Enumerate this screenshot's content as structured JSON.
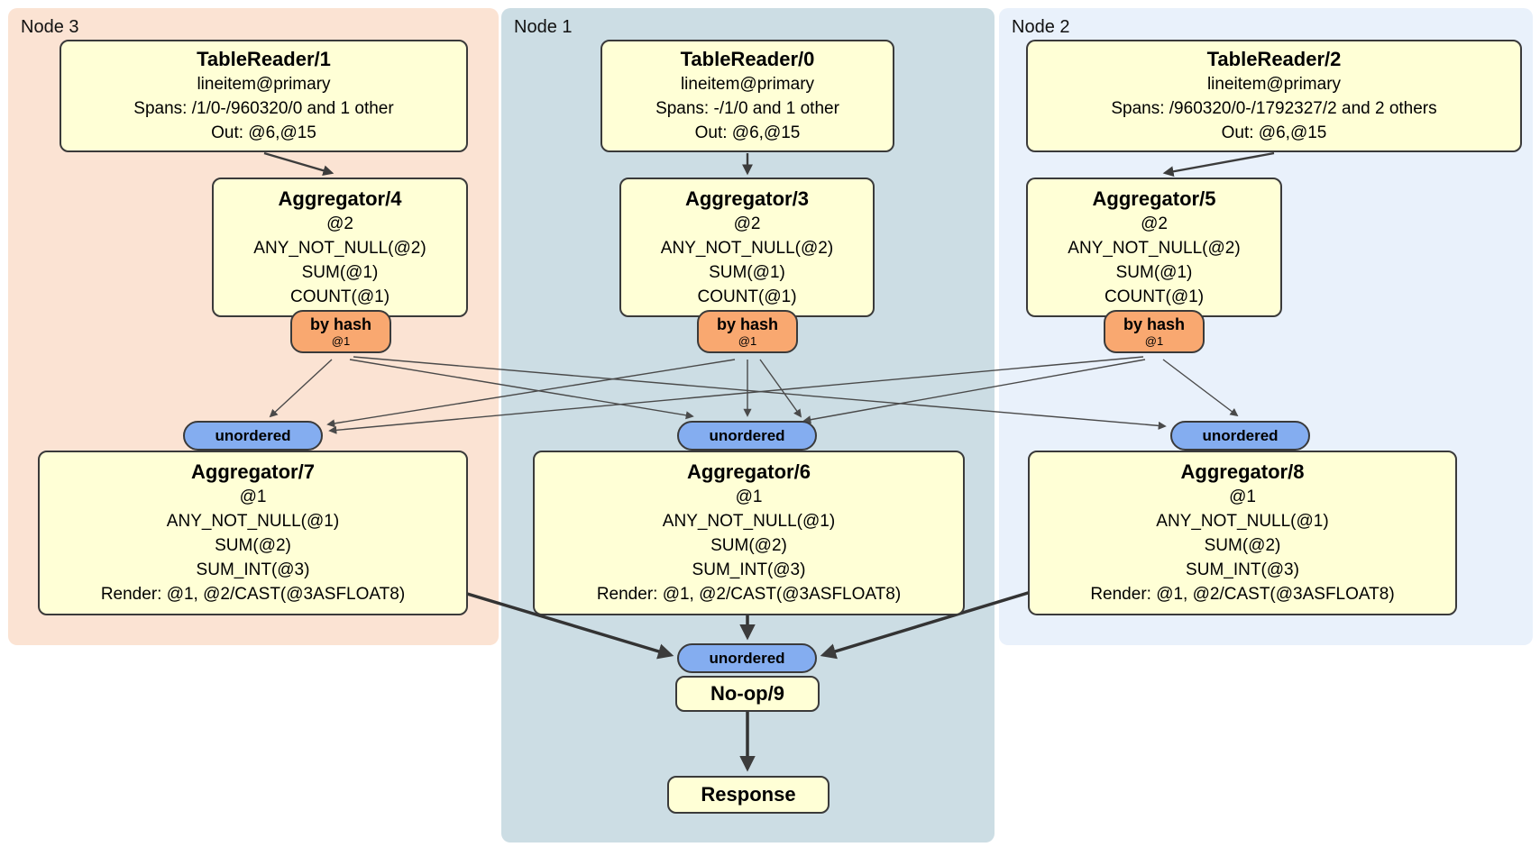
{
  "diagram": {
    "panels": [
      {
        "label": "Node 3"
      },
      {
        "label": "Node 1"
      },
      {
        "label": "Node 2"
      }
    ],
    "badges": {
      "by_hash": "by hash",
      "by_hash_sub": "@1",
      "unordered": "unordered"
    },
    "boxes": {
      "tr1": {
        "title": "TableReader/1",
        "lines": [
          "lineitem@primary",
          "Spans: /1/0-/960320/0 and 1 other",
          "Out: @6,@15"
        ]
      },
      "tr0": {
        "title": "TableReader/0",
        "lines": [
          "lineitem@primary",
          "Spans: -/1/0 and 1 other",
          "Out: @6,@15"
        ]
      },
      "tr2": {
        "title": "TableReader/2",
        "lines": [
          "lineitem@primary",
          "Spans: /960320/0-/1792327/2 and 2 others",
          "Out: @6,@15"
        ]
      },
      "agg4": {
        "title": "Aggregator/4",
        "lines": [
          "@2",
          "ANY_NOT_NULL(@2)",
          "SUM(@1)",
          "COUNT(@1)"
        ]
      },
      "agg3": {
        "title": "Aggregator/3",
        "lines": [
          "@2",
          "ANY_NOT_NULL(@2)",
          "SUM(@1)",
          "COUNT(@1)"
        ]
      },
      "agg5": {
        "title": "Aggregator/5",
        "lines": [
          "@2",
          "ANY_NOT_NULL(@2)",
          "SUM(@1)",
          "COUNT(@1)"
        ]
      },
      "agg7": {
        "title": "Aggregator/7",
        "lines": [
          "@1",
          "ANY_NOT_NULL(@1)",
          "SUM(@2)",
          "SUM_INT(@3)",
          "Render: @1, @2/CAST(@3ASFLOAT8)"
        ]
      },
      "agg6": {
        "title": "Aggregator/6",
        "lines": [
          "@1",
          "ANY_NOT_NULL(@1)",
          "SUM(@2)",
          "SUM_INT(@3)",
          "Render: @1, @2/CAST(@3ASFLOAT8)"
        ]
      },
      "agg8": {
        "title": "Aggregator/8",
        "lines": [
          "@1",
          "ANY_NOT_NULL(@1)",
          "SUM(@2)",
          "SUM_INT(@3)",
          "Render: @1, @2/CAST(@3ASFLOAT8)"
        ]
      },
      "noop": {
        "title": "No-op/9"
      },
      "response": {
        "title": "Response"
      }
    },
    "colors": {
      "node3_bg": "#fbe3d3",
      "node1_bg": "#ccdde4",
      "node2_bg": "#e9f1fb",
      "box_bg": "#ffffd6",
      "box_border": "#3a3a3a",
      "by_hash_bg": "#f9a870",
      "unordered_bg": "#84adf0",
      "edge_color": "#3c3c3c"
    }
  }
}
